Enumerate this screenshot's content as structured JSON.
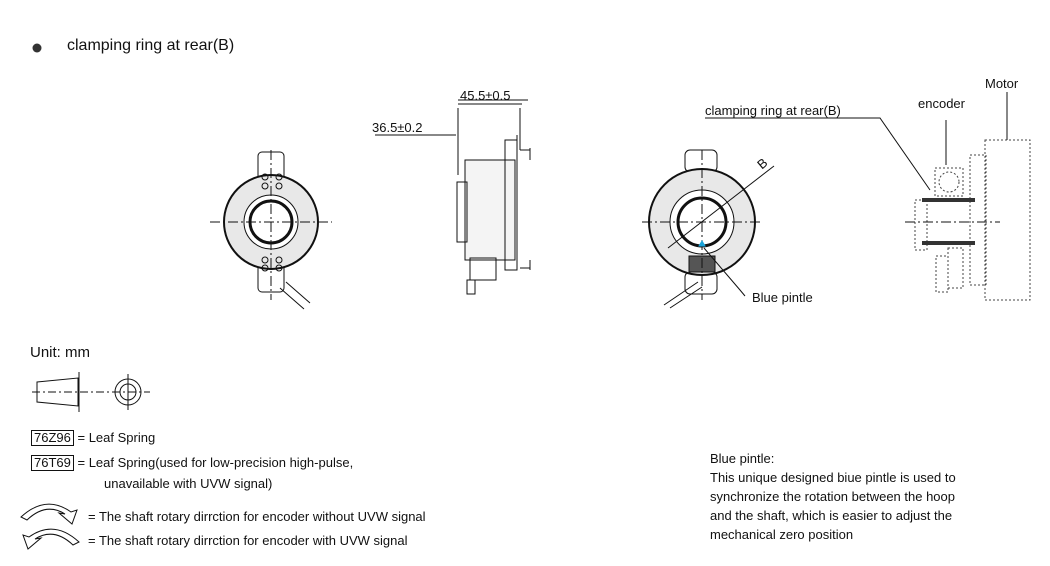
{
  "heading": {
    "bullet_icon": "filled-circle",
    "title": "clamping ring at rear(B)"
  },
  "drawing": {
    "dim_outer": "45.5±0.5",
    "dim_inner": "36.5±0.2",
    "label_b": "B",
    "label_clamping": "clamping ring at rear(B)",
    "label_encoder": "encoder",
    "label_motor": "Motor",
    "label_blue_pintle": "Blue pintle",
    "pintle_color": "#1aa3d9"
  },
  "unit": "Unit: mm",
  "legend": [
    {
      "code": "76Z96",
      "text": "= Leaf Spring"
    },
    {
      "code": "76T69",
      "text": "= Leaf Spring(used for low-precision high-pulse,",
      "text2": "unavailable with UVW signal)"
    }
  ],
  "rotation": [
    {
      "icon": "clockwise-arrow",
      "text": "= The shaft rotary dirrction for encoder without UVW signal"
    },
    {
      "icon": "counterclockwise-arrow",
      "text": "= The shaft rotary dirrction for encoder with UVW signal"
    }
  ],
  "note": {
    "title": "Blue pintle:",
    "lines": [
      "This unique designed biue pintle is used to",
      "synchronize the rotation between the hoop",
      "and the shaft, which is easier to adjust the",
      "mechanical zero position"
    ]
  }
}
